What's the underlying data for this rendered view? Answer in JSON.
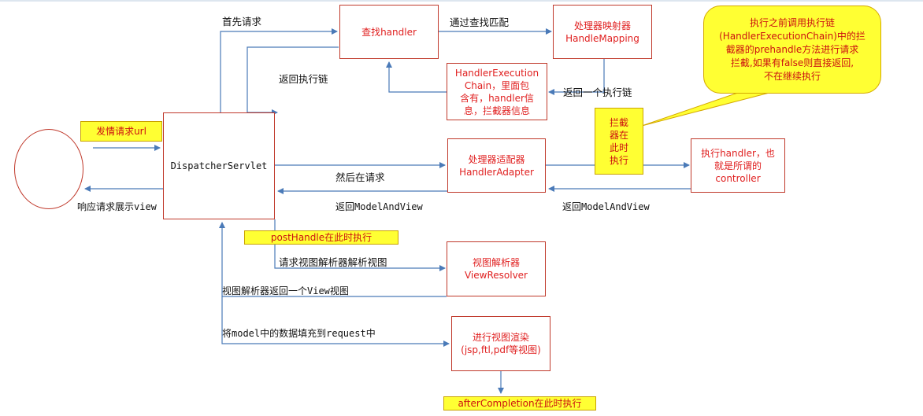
{
  "nodes": {
    "find_handler": "查找handler",
    "handler_mapping": "处理器映射器\nHandleMapping",
    "execution_chain": "HandlerExecution\nChain，里面包\n含有，handler信\n息，拦截器信息",
    "dispatcher_servlet": "DispatcherServlet",
    "handler_adapter": "处理器适配器\nHandlerAdapter",
    "controller": "执行handler，也\n就是所谓的\ncontroller",
    "view_resolver": "视图解析器\nViewResolver",
    "view_render": "进行视图渲染\n(jsp,ftl,pdf等视图)"
  },
  "highlights": {
    "send_request_url": "发情请求url",
    "interceptor_now": "拦截\n器在\n此时\n执行",
    "post_handle": "postHandle在此时执行",
    "after_completion": "afterCompletion在此时执行"
  },
  "callout": "执行之前调用执行链\n(HandlerExecutionChain)中的拦\n截器的prehandle方法进行请求\n拦截,如果有false则直接返回,\n不在继续执行",
  "edge_labels": {
    "first_request": "首先请求",
    "match_by_lookup": "通过查找匹配",
    "return_chain": "返回执行链",
    "return_one_chain": "返回一个执行链",
    "then_request": "然后在请求",
    "return_mav_1": "返回ModelAndView",
    "return_mav_2": "返回ModelAndView",
    "respond_view": "响应请求展示view",
    "request_resolve": "请求视图解析器解析视图",
    "resolver_return": "视图解析器返回一个View视图",
    "fill_model": "将model中的数据填充到request中"
  },
  "colors": {
    "arrow": "#4a7ab8",
    "box_border": "#c0392b",
    "box_text": "#e02020",
    "highlight": "#ffff33"
  }
}
